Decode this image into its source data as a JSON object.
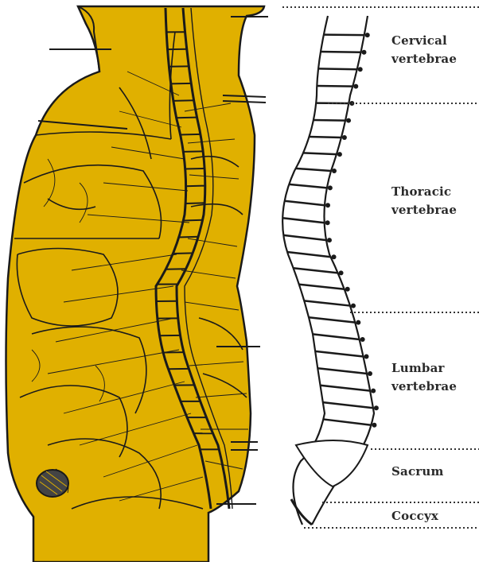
{
  "colors": {
    "body_fill": "#E0B000",
    "ink": "#1a1a1a",
    "paper": "#ffffff"
  },
  "regions": [
    {
      "id": "cervical",
      "label": "Cervical\nvertebrae"
    },
    {
      "id": "thoracic",
      "label": "Thoracic\nvertebrae"
    },
    {
      "id": "lumbar",
      "label": "Lumbar\nvertebrae"
    },
    {
      "id": "sacrum",
      "label": "Sacrum"
    },
    {
      "id": "coccyx",
      "label": "Coccyx"
    }
  ]
}
